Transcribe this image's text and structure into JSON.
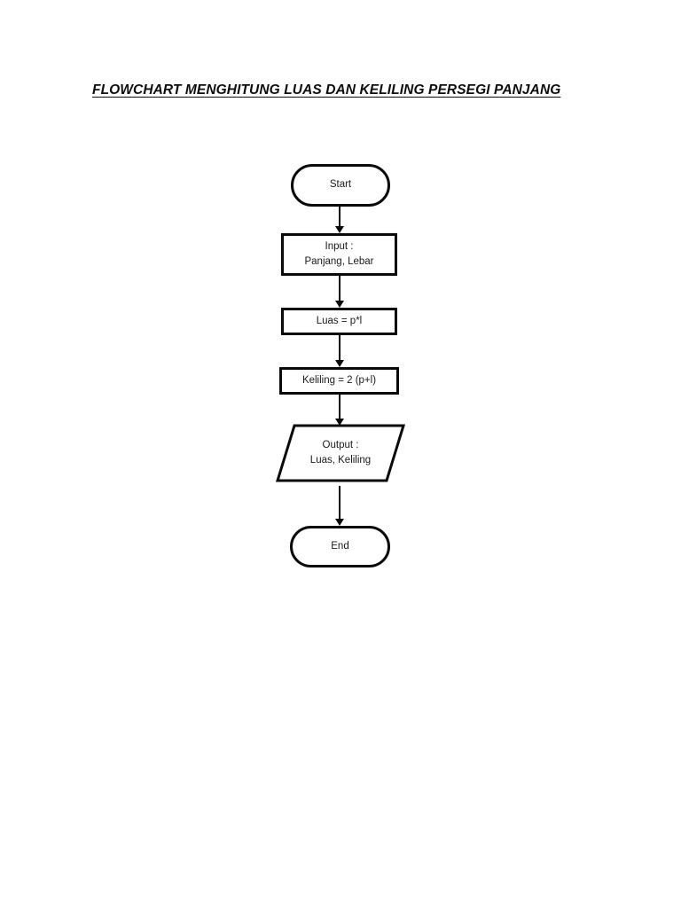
{
  "document": {
    "title": "FLOWCHART MENGHITUNG LUAS DAN KELILING PERSEGI PANJANG",
    "background_color": "#ffffff",
    "ink_color": "#0a0a0a"
  },
  "flowchart": {
    "nodes": [
      {
        "id": "start",
        "shape": "terminator",
        "label": "Start",
        "lines": [
          "Start"
        ]
      },
      {
        "id": "input",
        "shape": "rectangle",
        "label": "Input : Panjang, Lebar",
        "lines": [
          "Input :",
          "Panjang, Lebar"
        ]
      },
      {
        "id": "luas",
        "shape": "rectangle",
        "label": "Luas = p*l",
        "lines": [
          "Luas = p*l"
        ]
      },
      {
        "id": "keliling",
        "shape": "rectangle",
        "label": "Keliling = 2 (p+l)",
        "lines": [
          "Keliling = 2 (p+l)"
        ]
      },
      {
        "id": "output",
        "shape": "parallelogram",
        "label": "Output : Luas, Keliling",
        "lines": [
          "Output :",
          "Luas, Keliling"
        ]
      },
      {
        "id": "end",
        "shape": "terminator",
        "label": "End",
        "lines": [
          "End"
        ]
      }
    ],
    "edges": [
      {
        "from": "start",
        "to": "input"
      },
      {
        "from": "input",
        "to": "luas"
      },
      {
        "from": "luas",
        "to": "keliling"
      },
      {
        "from": "keliling",
        "to": "output"
      },
      {
        "from": "output",
        "to": "end"
      }
    ]
  }
}
